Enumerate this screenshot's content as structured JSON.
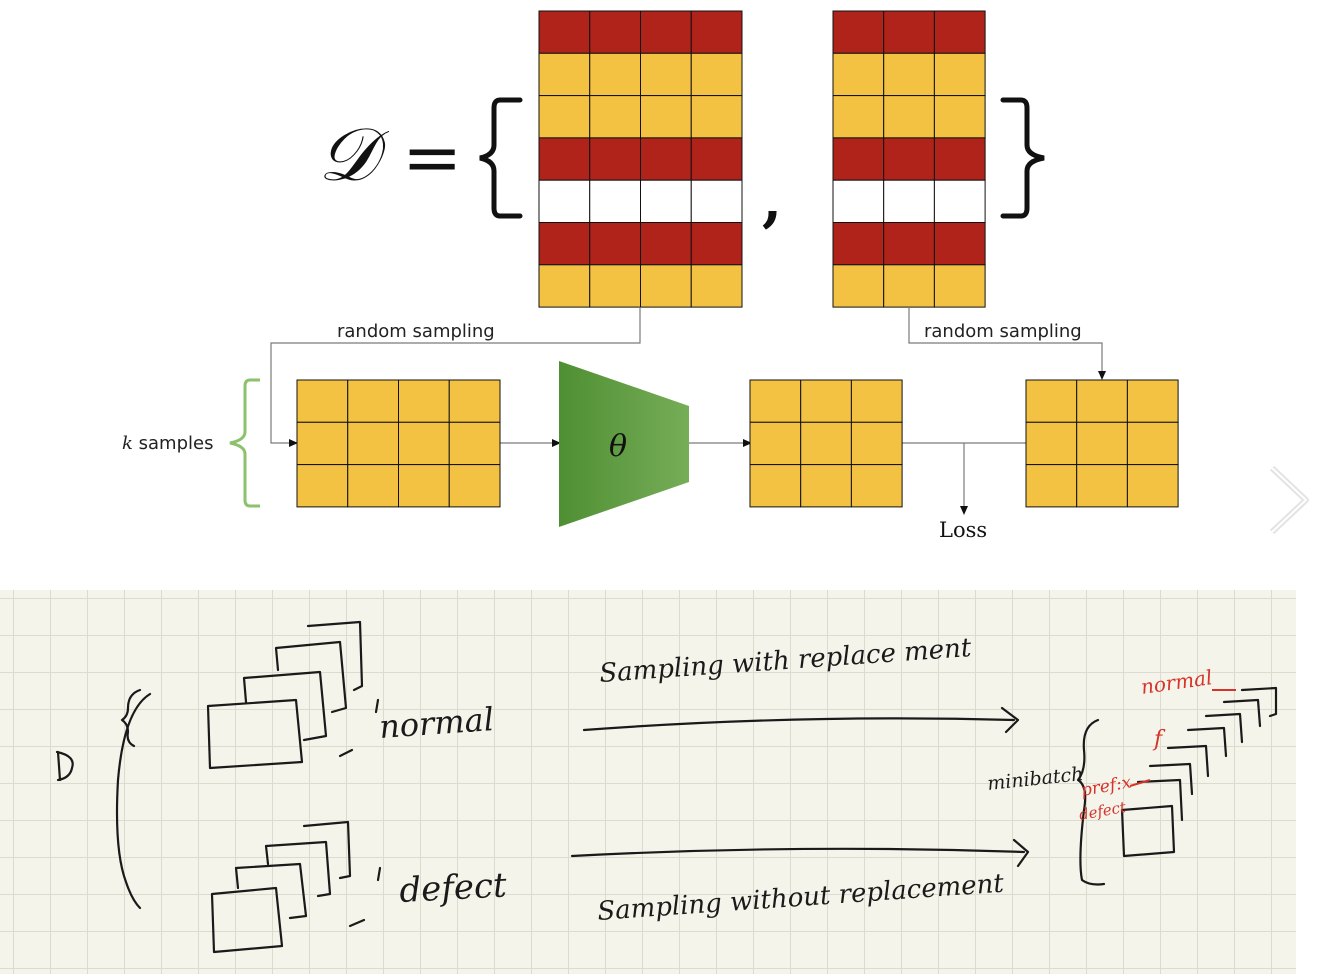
{
  "diagram": {
    "dataset_symbol": "𝒟",
    "equals": "=",
    "brace_open": "{",
    "brace_close": "}",
    "comma": ",",
    "sampling_left_label": "random sampling",
    "sampling_right_label": "random sampling",
    "k_samples_var": "k",
    "k_samples_text": " samples",
    "model_param": "θ",
    "loss_label": "Loss",
    "colors": {
      "red": "#b0231b",
      "yellow": "#f4c242",
      "white": "#ffffff",
      "green": "#4f8f33",
      "bracket_green": "#8cc26b"
    },
    "left_matrix_rows": [
      "red",
      "yellow",
      "yellow",
      "red",
      "white",
      "red",
      "yellow"
    ],
    "right_matrix_rows": [
      "red",
      "yellow",
      "yellow",
      "red",
      "white",
      "red",
      "yellow"
    ]
  },
  "notes": {
    "dataset_letter": "D",
    "normal_label": "normal",
    "defect_label": "defect",
    "sampling_with_label": "Sampling with replace ment",
    "sampling_without_label": "Sampling without replacement",
    "minibatch_label": "minibatch",
    "red_normal": "normal",
    "red_f": "f",
    "red_pref": "pref:x",
    "red_defect": "defect",
    "ink_color": "#1a1a1a",
    "red_ink_color": "#d6332a"
  },
  "navigation": {
    "next_icon": "chevron-right-icon"
  }
}
